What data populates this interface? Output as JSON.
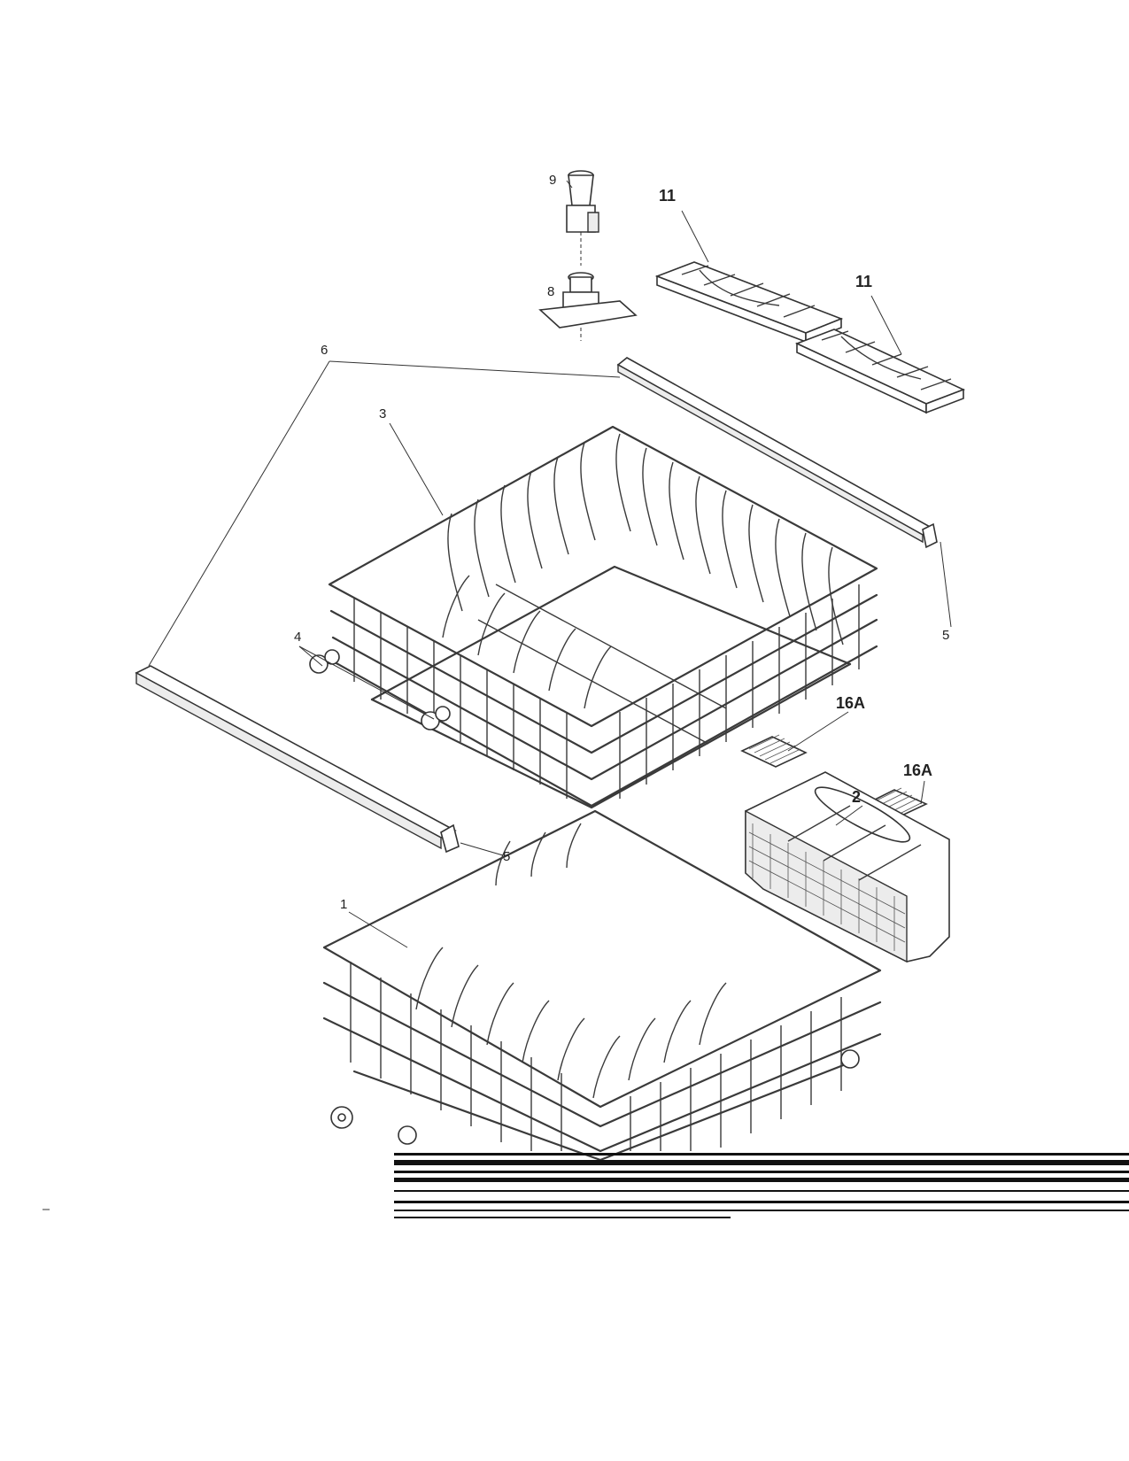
{
  "diagram": {
    "callouts": [
      {
        "id": "9",
        "label": "9",
        "style": "small"
      },
      {
        "id": "8",
        "label": "8",
        "style": "small"
      },
      {
        "id": "11a",
        "label": "11",
        "style": "bold"
      },
      {
        "id": "11b",
        "label": "11",
        "style": "bold"
      },
      {
        "id": "6",
        "label": "6",
        "style": "small"
      },
      {
        "id": "3",
        "label": "3",
        "style": "small"
      },
      {
        "id": "5a",
        "label": "5",
        "style": "small"
      },
      {
        "id": "4",
        "label": "4",
        "style": "small"
      },
      {
        "id": "16Aa",
        "label": "16A",
        "style": "bold"
      },
      {
        "id": "16Ab",
        "label": "16A",
        "style": "bold"
      },
      {
        "id": "2",
        "label": "2",
        "style": "bold"
      },
      {
        "id": "5b",
        "label": "5",
        "style": "small"
      },
      {
        "id": "1",
        "label": "1",
        "style": "small"
      }
    ]
  }
}
